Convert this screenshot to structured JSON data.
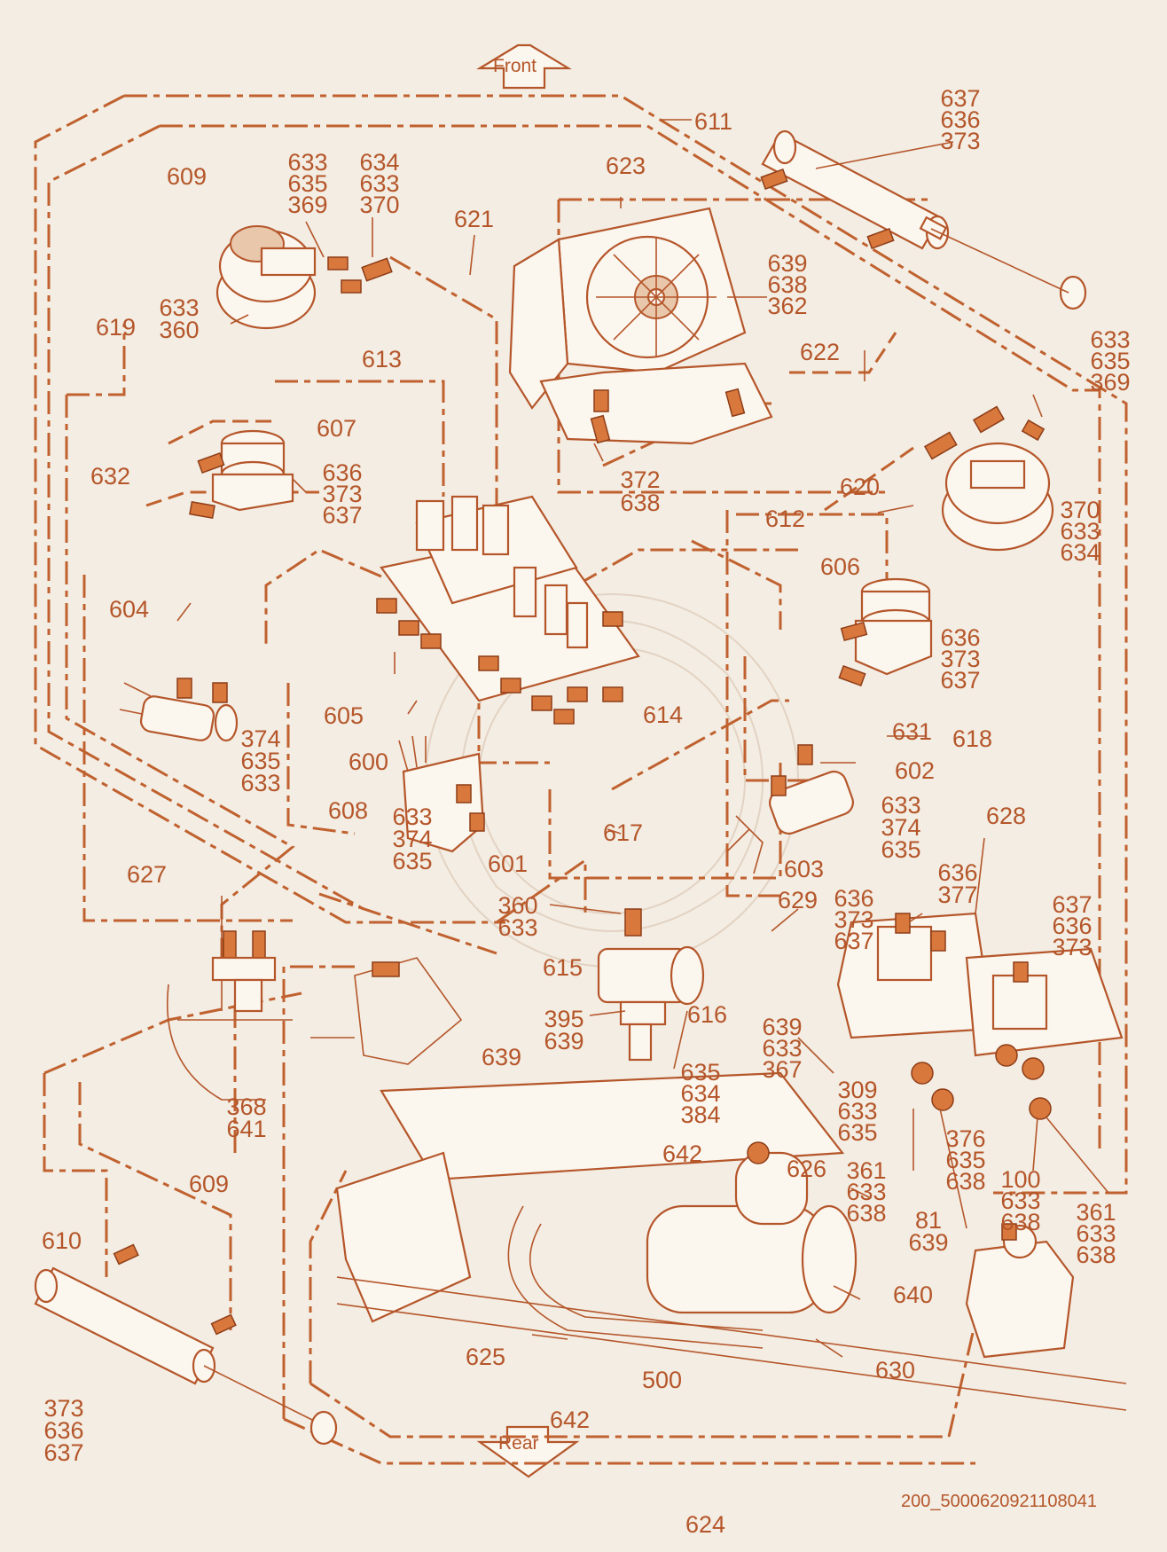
{
  "directions": {
    "front": "Front",
    "rear": "Rear"
  },
  "reference": "200_5000620921108041",
  "callouts": [
    {
      "id": "c611",
      "lines": [
        "611"
      ]
    },
    {
      "id": "c609a",
      "lines": [
        "609"
      ]
    },
    {
      "id": "c637_636_373_tr",
      "lines": [
        "637",
        "636",
        "373"
      ]
    },
    {
      "id": "c633_635_369_l",
      "lines": [
        "633",
        "635",
        "369"
      ]
    },
    {
      "id": "c634_633_370_l",
      "lines": [
        "634",
        "633",
        "370"
      ]
    },
    {
      "id": "c623",
      "lines": [
        "623"
      ]
    },
    {
      "id": "c621",
      "lines": [
        "621"
      ]
    },
    {
      "id": "c639_638_362",
      "lines": [
        "639",
        "638",
        "362"
      ]
    },
    {
      "id": "c633_360_l",
      "lines": [
        "633",
        "360"
      ]
    },
    {
      "id": "c619",
      "lines": [
        "619"
      ]
    },
    {
      "id": "c613",
      "lines": [
        "613"
      ]
    },
    {
      "id": "c622",
      "lines": [
        "622"
      ]
    },
    {
      "id": "c633_635_369_r",
      "lines": [
        "633",
        "635",
        "369"
      ]
    },
    {
      "id": "c607",
      "lines": [
        "607"
      ]
    },
    {
      "id": "c632",
      "lines": [
        "632"
      ]
    },
    {
      "id": "c636_373_637_l",
      "lines": [
        "636",
        "373",
        "637"
      ]
    },
    {
      "id": "c372_638",
      "lines": [
        "372",
        "638"
      ]
    },
    {
      "id": "c620",
      "lines": [
        "620"
      ]
    },
    {
      "id": "c612",
      "lines": [
        "612"
      ]
    },
    {
      "id": "c370_633_634_r",
      "lines": [
        "370",
        "633",
        "634"
      ]
    },
    {
      "id": "c606",
      "lines": [
        "606"
      ]
    },
    {
      "id": "c604",
      "lines": [
        "604"
      ]
    },
    {
      "id": "c636_373_637_r",
      "lines": [
        "636",
        "373",
        "637"
      ]
    },
    {
      "id": "c374_635_633_l",
      "lines": [
        "374",
        "635",
        "633"
      ]
    },
    {
      "id": "c605",
      "lines": [
        "605"
      ]
    },
    {
      "id": "c614",
      "lines": [
        "614"
      ]
    },
    {
      "id": "c631",
      "lines": [
        "631"
      ]
    },
    {
      "id": "c618",
      "lines": [
        "618"
      ]
    },
    {
      "id": "c600",
      "lines": [
        "600"
      ]
    },
    {
      "id": "c602",
      "lines": [
        "602"
      ]
    },
    {
      "id": "c633_374_635_m",
      "lines": [
        "633",
        "374",
        "635"
      ]
    },
    {
      "id": "c633_374_635_r",
      "lines": [
        "633",
        "374",
        "635"
      ]
    },
    {
      "id": "c608",
      "lines": [
        "608"
      ]
    },
    {
      "id": "c617",
      "lines": [
        "617"
      ]
    },
    {
      "id": "c628",
      "lines": [
        "628"
      ]
    },
    {
      "id": "c601",
      "lines": [
        "601"
      ]
    },
    {
      "id": "c603",
      "lines": [
        "603"
      ]
    },
    {
      "id": "c627",
      "lines": [
        "627"
      ]
    },
    {
      "id": "c636_377",
      "lines": [
        "636",
        "377"
      ]
    },
    {
      "id": "c629",
      "lines": [
        "629"
      ]
    },
    {
      "id": "c636_373_637_p",
      "lines": [
        "636",
        "373",
        "637"
      ]
    },
    {
      "id": "c637_636_373_p",
      "lines": [
        "637",
        "636",
        "373"
      ]
    },
    {
      "id": "c360_633",
      "lines": [
        "360",
        "633"
      ]
    },
    {
      "id": "c615",
      "lines": [
        "615"
      ]
    },
    {
      "id": "c616",
      "lines": [
        "616"
      ]
    },
    {
      "id": "c639_633_367",
      "lines": [
        "639",
        "633",
        "367"
      ]
    },
    {
      "id": "c395_639",
      "lines": [
        "395",
        "639"
      ]
    },
    {
      "id": "c639",
      "lines": [
        "639"
      ]
    },
    {
      "id": "c368_641",
      "lines": [
        "368",
        "641"
      ]
    },
    {
      "id": "c635_634_384",
      "lines": [
        "635",
        "634",
        "384"
      ]
    },
    {
      "id": "c309_633_635",
      "lines": [
        "309",
        "633",
        "635"
      ]
    },
    {
      "id": "c642a",
      "lines": [
        "642"
      ]
    },
    {
      "id": "c626",
      "lines": [
        "626"
      ]
    },
    {
      "id": "c376_635_638",
      "lines": [
        "376",
        "635",
        "638"
      ]
    },
    {
      "id": "c361_633_638_m",
      "lines": [
        "361",
        "633",
        "638"
      ]
    },
    {
      "id": "c100_633_638",
      "lines": [
        "100",
        "633",
        "638"
      ]
    },
    {
      "id": "c361_633_638_r",
      "lines": [
        "361",
        "633",
        "638"
      ]
    },
    {
      "id": "c609b",
      "lines": [
        "609"
      ]
    },
    {
      "id": "c610",
      "lines": [
        "610"
      ]
    },
    {
      "id": "c81_639",
      "lines": [
        "81",
        "639"
      ]
    },
    {
      "id": "c640",
      "lines": [
        "640"
      ]
    },
    {
      "id": "c625",
      "lines": [
        "625"
      ]
    },
    {
      "id": "c630",
      "lines": [
        "630"
      ]
    },
    {
      "id": "c500",
      "lines": [
        "500"
      ]
    },
    {
      "id": "c642b",
      "lines": [
        "642"
      ]
    },
    {
      "id": "c373_636_637_bl",
      "lines": [
        "373",
        "636",
        "637"
      ]
    },
    {
      "id": "c624",
      "lines": [
        "624"
      ]
    }
  ]
}
